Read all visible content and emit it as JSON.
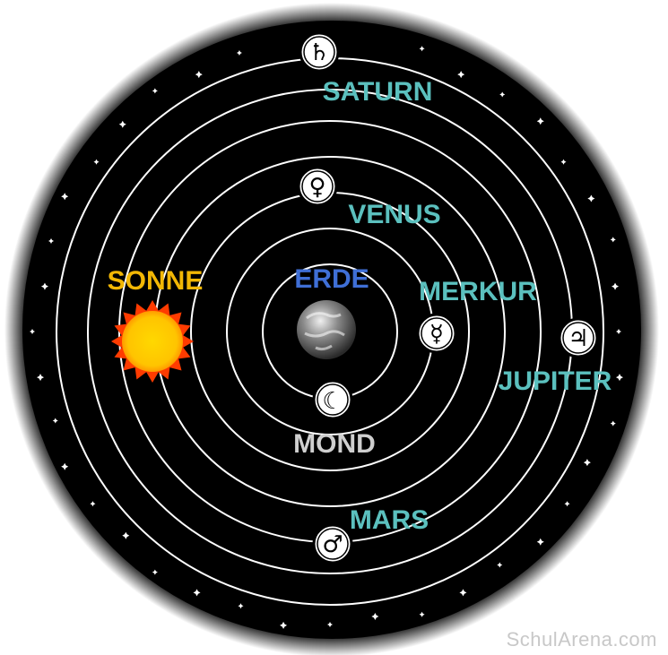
{
  "labels": {
    "saturn": "SATURN",
    "venus": "VENUS",
    "erde": "ERDE",
    "merkur": "MERKUR",
    "sonne": "SONNE",
    "jupiter": "JUPITER",
    "mond": "MOND",
    "mars": "MARS"
  },
  "symbols": {
    "saturn": "♄",
    "venus": "♀",
    "merkur": "☿",
    "jupiter": "♃",
    "mond": "☾",
    "mars": "♂"
  },
  "colors": {
    "planet_label": "#5bc0be",
    "sun_label": "#f2b705",
    "earth_label": "#3f6fd6",
    "moon_label": "#cfcfcf",
    "orbit": "#ffffff",
    "sky": "#000000"
  },
  "watermark": "SchulArena.com"
}
